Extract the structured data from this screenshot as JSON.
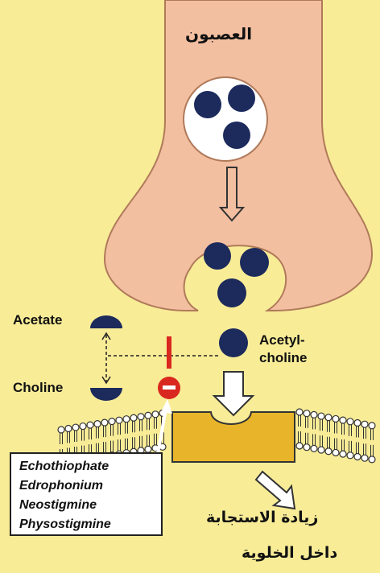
{
  "labels": {
    "neuron": "العصبون",
    "acetate": "Acetate",
    "choline": "Choline",
    "acetylcholine_line1": "Acetyl-",
    "acetylcholine_line2": "choline",
    "response_line1": "زيادة الاستجابة",
    "response_line2": "داخل الخلوية"
  },
  "drugs": [
    "Echothiophate",
    "Edrophonium",
    "Neostigmine",
    "Physostigmine"
  ],
  "inhibitor_symbol": "−",
  "colors": {
    "background": "#f8ec97",
    "neuron": "#f2bfa0",
    "neuron_outline": "#b07a5a",
    "vesicle_fill": "#ffffff",
    "molecule": "#1c2a5c",
    "inhibitor": "#d9281f",
    "receptor": "#e8b52a",
    "membrane": "#333333"
  },
  "icons": [
    "arrow-down-icon",
    "inhibitor-icon",
    "arrow-diagonal-icon"
  ]
}
